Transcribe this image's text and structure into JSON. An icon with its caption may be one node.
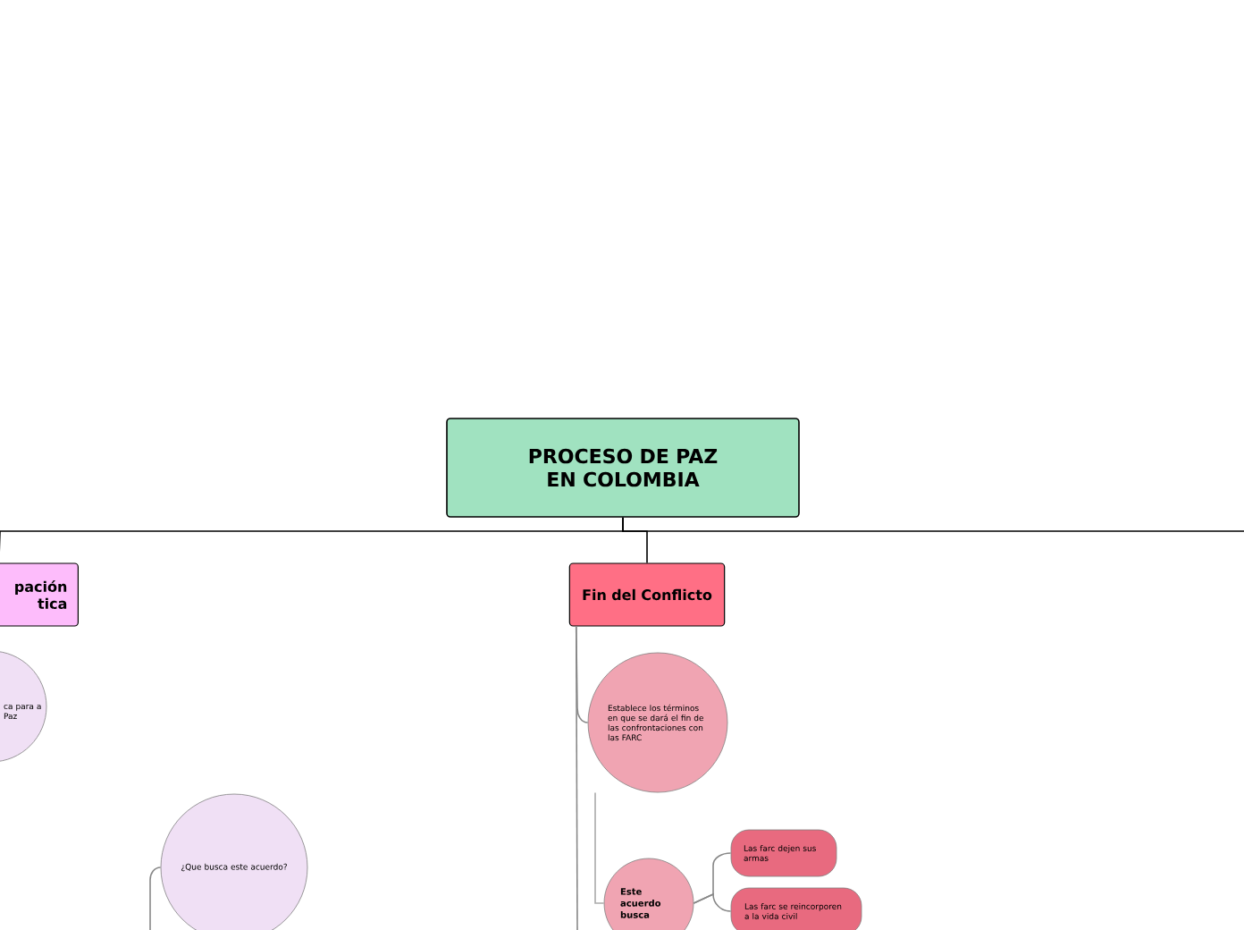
{
  "diagram": {
    "nodes": [
      {
        "text": [
          "PROCESO DE PAZ EN COLOMBIA"
        ]
      },
      {
        "text": [
          "pación tica"
        ]
      },
      {
        "text": [
          "Fin del Conflicto"
        ]
      },
      {
        "text": [
          "ca para a Paz"
        ]
      },
      {
        "text": [
          "¿Que busca este acuerdo?"
        ]
      },
      {
        "text": [
          "Establece los términos en que se dará el fin de las confrontaciones con las FARC"
        ]
      },
      {
        "text": [
          "Este acuerdo busca"
        ]
      },
      {
        "text": [
          "Las farc dejen sus armas"
        ]
      },
      {
        "text": [
          "Las farc se reincorporen a la vida civil"
        ]
      }
    ],
    "edges": [
      {
        "from": 0,
        "to": 1,
        "arrow": "none",
        "color": "#000000"
      },
      {
        "from": 0,
        "to": 2,
        "arrow": "none",
        "color": "#000000"
      },
      {
        "from": 0,
        "to": null,
        "arrow": "none",
        "color": "#000000"
      },
      {
        "from": 2,
        "to": 5,
        "arrow": "none",
        "color": "#888888"
      },
      {
        "from": 5,
        "to": 6,
        "arrow": "none",
        "color": "#aaaaaa"
      },
      {
        "from": 2,
        "to": null,
        "arrow": "none",
        "color": "#888888"
      },
      {
        "from": 6,
        "to": 7,
        "arrow": "none",
        "color": "#888888"
      },
      {
        "from": 6,
        "to": 8,
        "arrow": "none",
        "color": "#888888"
      },
      {
        "from": null,
        "to": 4,
        "arrow": "none",
        "color": "#888888"
      }
    ]
  }
}
